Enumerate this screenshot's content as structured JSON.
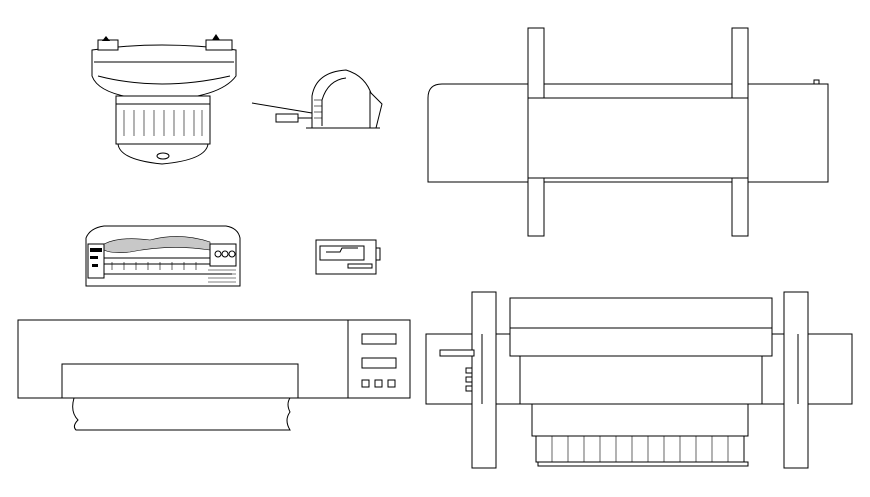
{
  "drawing": {
    "background": "#ffffff",
    "line_color": "#000000",
    "objects": [
      {
        "id": "inkjet-printer-top-view"
      },
      {
        "id": "inkjet-printer-side-view"
      },
      {
        "id": "wide-format-plotter-top-view"
      },
      {
        "id": "desktop-printer-front-view"
      },
      {
        "id": "small-printer-front-view"
      },
      {
        "id": "wide-printer-front-view"
      },
      {
        "id": "large-format-plotter-front-view"
      }
    ]
  }
}
